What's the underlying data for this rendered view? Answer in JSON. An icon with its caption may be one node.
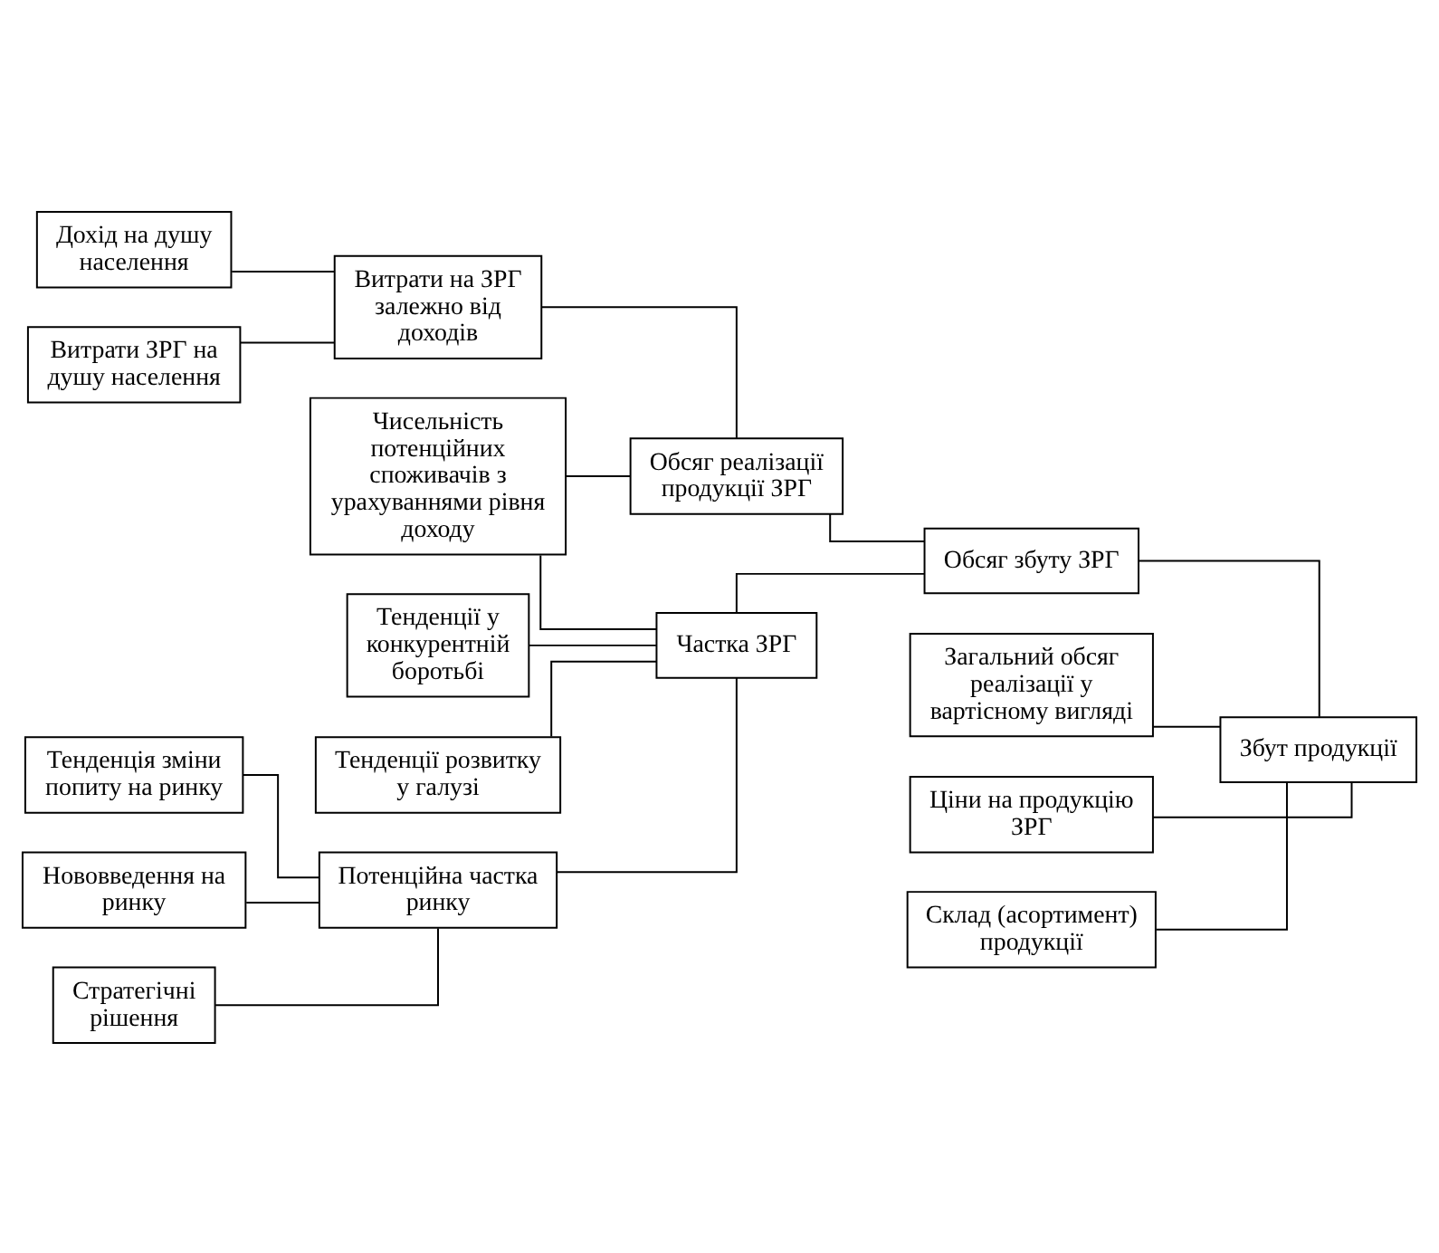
{
  "diagram": {
    "nodes": [
      {
        "text": [
          "Дохід на душу населення"
        ]
      },
      {
        "text": [
          "Витрати ЗРГ на душу населення"
        ]
      },
      {
        "text": [
          "Витрати на ЗРГ залежно від доходів"
        ]
      },
      {
        "text": [
          "Чисельність потенційних споживачів з урахуваннями рівня доходу"
        ]
      },
      {
        "text": [
          "Обсяг реалізації продукції ЗРГ"
        ]
      },
      {
        "text": [
          "Загальний обсяг реалізації у вартісному вигляді"
        ]
      },
      {
        "text": [
          "Обсяг збуту ЗРГ"
        ]
      },
      {
        "text": [
          "Збут продукції"
        ]
      },
      {
        "text": [
          "Тенденції у конкурентній боротьбі"
        ]
      },
      {
        "text": [
          "Тенденція зміни попиту на ринку"
        ]
      },
      {
        "text": [
          "Тенденції розвитку у галузі"
        ]
      },
      {
        "text": [
          "Частка ЗРГ"
        ]
      },
      {
        "text": [
          "Нововведення на ринку"
        ]
      },
      {
        "text": [
          "Потенційна частка ринку"
        ]
      },
      {
        "text": [
          "Стратегічні рішення"
        ]
      },
      {
        "text": [
          "Ціни на продукцію ЗРГ"
        ]
      },
      {
        "text": [
          "Склад (асортимент) продукції"
        ]
      }
    ],
    "edges": [
      {
        "from": 0,
        "to": 2,
        "arrow": "none"
      },
      {
        "from": 1,
        "to": 2,
        "arrow": "none"
      },
      {
        "from": 2,
        "to": 4,
        "arrow": "none"
      },
      {
        "from": 3,
        "to": 4,
        "arrow": "none"
      },
      {
        "from": 4,
        "to": 6,
        "arrow": "none"
      },
      {
        "from": 11,
        "to": 6,
        "arrow": "none"
      },
      {
        "from": 3,
        "to": 11,
        "arrow": "none"
      },
      {
        "from": 8,
        "to": 11,
        "arrow": "none"
      },
      {
        "from": 10,
        "to": 11,
        "arrow": "none"
      },
      {
        "from": 13,
        "to": 11,
        "arrow": "none"
      },
      {
        "from": 9,
        "to": 13,
        "arrow": "none"
      },
      {
        "from": 12,
        "to": 13,
        "arrow": "none"
      },
      {
        "from": 14,
        "to": 13,
        "arrow": "none"
      },
      {
        "from": 6,
        "to": 7,
        "arrow": "none"
      },
      {
        "from": 5,
        "to": 7,
        "arrow": "none"
      },
      {
        "from": 15,
        "to": 7,
        "arrow": "none"
      },
      {
        "from": 16,
        "to": 7,
        "arrow": "none"
      }
    ]
  }
}
